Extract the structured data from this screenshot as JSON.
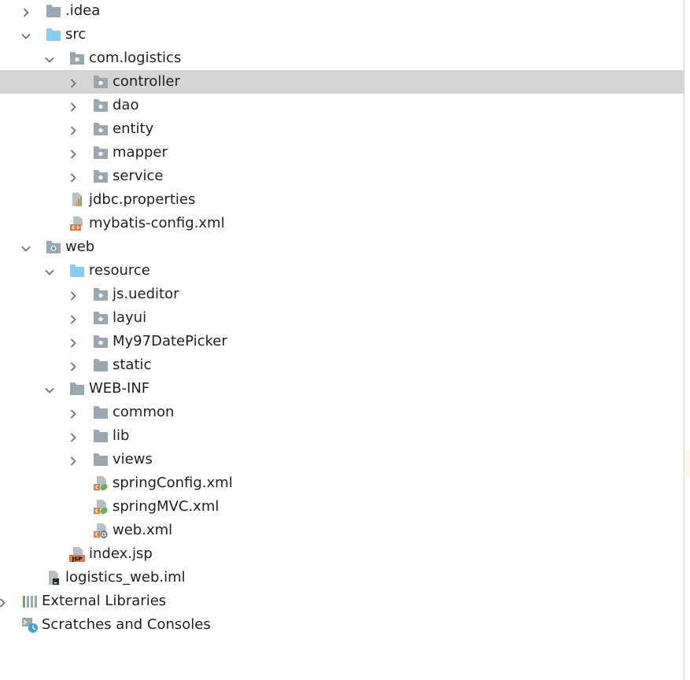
{
  "colors": {
    "folder": "#9aa7b0",
    "source_folder": "#86cdee",
    "selected_row": "#d5d5d5",
    "chevron": "#6f6f6f",
    "xml_badge": "#e07a4b",
    "spring_leaf": "#6cb052",
    "jsp_badge": "#e07a4b"
  },
  "tree": [
    {
      "label": ".idea",
      "depth": 1,
      "icon": "folder-icon",
      "arrow": "collapsed"
    },
    {
      "label": "src",
      "depth": 1,
      "icon": "source-folder-icon",
      "arrow": "expanded"
    },
    {
      "label": "com.logistics",
      "depth": 2,
      "icon": "package-icon",
      "arrow": "expanded"
    },
    {
      "label": "controller",
      "depth": 3,
      "icon": "package-icon",
      "arrow": "collapsed",
      "selected": true
    },
    {
      "label": "dao",
      "depth": 3,
      "icon": "package-icon",
      "arrow": "collapsed"
    },
    {
      "label": "entity",
      "depth": 3,
      "icon": "package-icon",
      "arrow": "collapsed"
    },
    {
      "label": "mapper",
      "depth": 3,
      "icon": "package-icon",
      "arrow": "collapsed"
    },
    {
      "label": "service",
      "depth": 3,
      "icon": "package-icon",
      "arrow": "collapsed"
    },
    {
      "label": "jdbc.properties",
      "depth": 2,
      "icon": "properties-file-icon",
      "arrow": "none"
    },
    {
      "label": "mybatis-config.xml",
      "depth": 2,
      "icon": "xml-file-icon",
      "arrow": "none"
    },
    {
      "label": "web",
      "depth": 1,
      "icon": "web-module-folder-icon",
      "arrow": "expanded"
    },
    {
      "label": "resource",
      "depth": 2,
      "icon": "source-folder-icon",
      "arrow": "expanded"
    },
    {
      "label": "js.ueditor",
      "depth": 3,
      "icon": "package-icon",
      "arrow": "collapsed"
    },
    {
      "label": "layui",
      "depth": 3,
      "icon": "package-icon",
      "arrow": "collapsed"
    },
    {
      "label": "My97DatePicker",
      "depth": 3,
      "icon": "package-icon",
      "arrow": "collapsed"
    },
    {
      "label": "static",
      "depth": 3,
      "icon": "folder-icon",
      "arrow": "collapsed"
    },
    {
      "label": "WEB-INF",
      "depth": 2,
      "icon": "folder-icon",
      "arrow": "expanded"
    },
    {
      "label": "common",
      "depth": 3,
      "icon": "folder-icon",
      "arrow": "collapsed"
    },
    {
      "label": "lib",
      "depth": 3,
      "icon": "folder-icon",
      "arrow": "collapsed"
    },
    {
      "label": "views",
      "depth": 3,
      "icon": "folder-icon",
      "arrow": "collapsed"
    },
    {
      "label": "springConfig.xml",
      "depth": 3,
      "icon": "spring-xml-file-icon",
      "arrow": "none"
    },
    {
      "label": "springMVC.xml",
      "depth": 3,
      "icon": "spring-xml-file-icon",
      "arrow": "none"
    },
    {
      "label": "web.xml",
      "depth": 3,
      "icon": "web-xml-file-icon",
      "arrow": "none"
    },
    {
      "label": "index.jsp",
      "depth": 2,
      "icon": "jsp-file-icon",
      "arrow": "none"
    },
    {
      "label": "logistics_web.iml",
      "depth": 1,
      "icon": "iml-file-icon",
      "arrow": "none"
    },
    {
      "label": "External Libraries",
      "depth": 0,
      "icon": "external-libraries-icon",
      "arrow": "collapsed"
    },
    {
      "label": "Scratches and Consoles",
      "depth": 0,
      "icon": "scratches-icon",
      "arrow": "none"
    }
  ]
}
